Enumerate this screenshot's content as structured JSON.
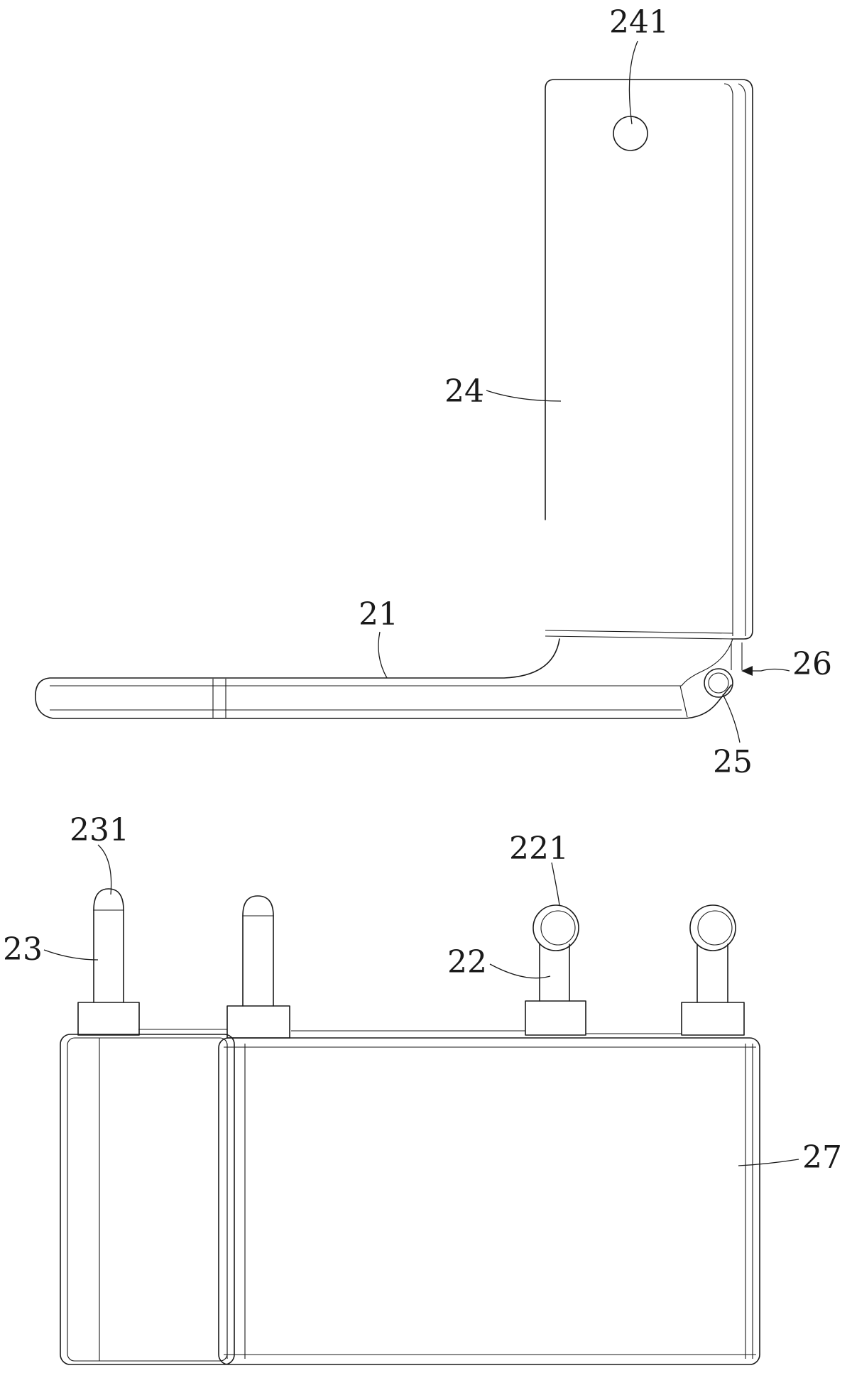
{
  "figure": {
    "labels": {
      "plate_hole": "241",
      "upper_plate": "24",
      "lower_plate": "21",
      "hinge_arrow": "26",
      "hinge_pin": "25",
      "pin_tip": "231",
      "pin_a": "23",
      "tube_end": "221",
      "tube_b": "22",
      "base_block": "27"
    }
  }
}
